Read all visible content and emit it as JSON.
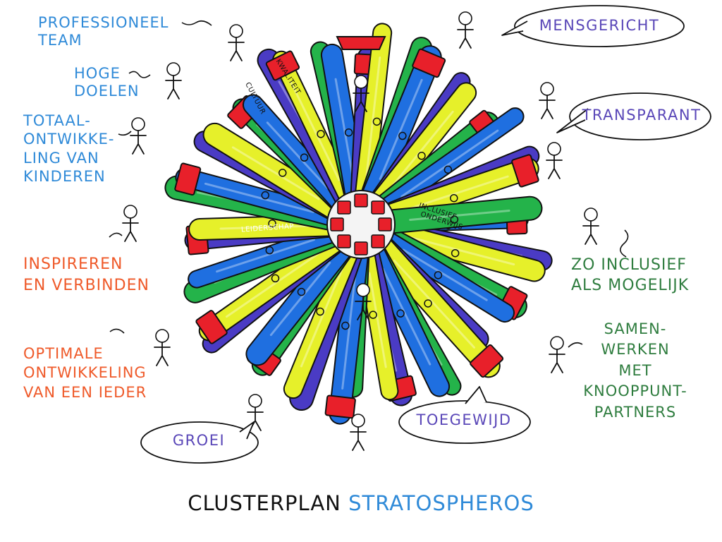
{
  "labels": {
    "professioneel_team": [
      "PROFESSIONEEL",
      "TEAM"
    ],
    "hoge_doelen": [
      "HOGE",
      "DOELEN"
    ],
    "totaalontwikkeling": [
      "TOTAAL-",
      "ONTWIKKE-",
      "LING VAN",
      "KINDEREN"
    ],
    "inspireren": [
      "INSPIREREN",
      "EN VERBINDEN"
    ],
    "optimale": [
      "OPTIMALE",
      "ONTWIKKELING",
      "VAN EEN IEDER"
    ],
    "zo_inclusief": [
      "ZO INCLUSIEF",
      "ALS MOGELIJK"
    ],
    "samenwerken": [
      "SAMEN-",
      "WERKEN",
      "MET",
      "KNOOPPUNT-",
      "PARTNERS"
    ]
  },
  "bubbles": {
    "mensgericht": "MENSGERICHT",
    "transparant": "TRANSPARANT",
    "toegewijd": "TOEGEWIJD",
    "groei": "GROEI"
  },
  "ray_labels": {
    "cultuur": "CULTUUR",
    "kwaliteit": "KWALITEIT",
    "leiderschap": "LEIDERSCHAP",
    "inclusief_onderwijs": [
      "INCLUSIEF",
      "ONDERWIJS"
    ]
  },
  "title": {
    "part1": "CLUSTERPLAN",
    "part2": "STRATOSPHEROS"
  },
  "colors": {
    "blue_text": "#2f8ad8",
    "orange_text": "#ef5a2a",
    "green_text": "#2f7d3f",
    "purple_text": "#5a47b8",
    "ray_blue": "#1f6fe0",
    "ray_green": "#24b34a",
    "ray_yellow": "#e6f02a",
    "ray_purple": "#4a3bc4",
    "connector_red": "#e8202a"
  },
  "icons": [
    "little-person-icon",
    "speech-bubble-icon"
  ]
}
